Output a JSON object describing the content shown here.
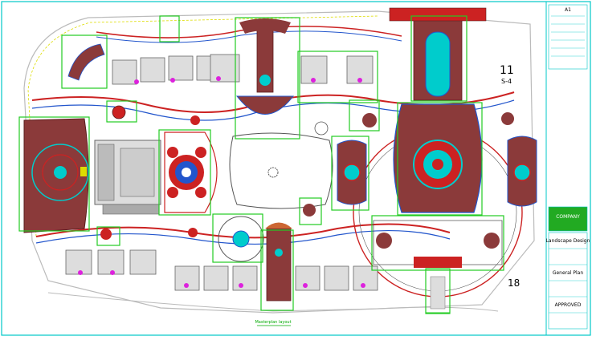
{
  "plan": {
    "scale_caption": "Masterplan layout",
    "sheet_note": "A1"
  },
  "block_labels": {
    "upper_right": "11",
    "upper_right_sub": "S-4",
    "lower_right": "18"
  },
  "title_block": {
    "logo_text": "COMPANY",
    "project_title": "Landscape Design",
    "drawing_name": "General Plan",
    "stamp": "APPROVED"
  },
  "colors": {
    "frame": "#00c8c8",
    "region": "#22cc22",
    "road_red": "#cc2222",
    "water_blue": "#2255cc",
    "plaza_brown": "#8b3a3a",
    "building_gray": "#888888",
    "accent_magenta": "#dd22dd",
    "accent_cyan": "#00cccc",
    "accent_yellow": "#dddd00"
  }
}
